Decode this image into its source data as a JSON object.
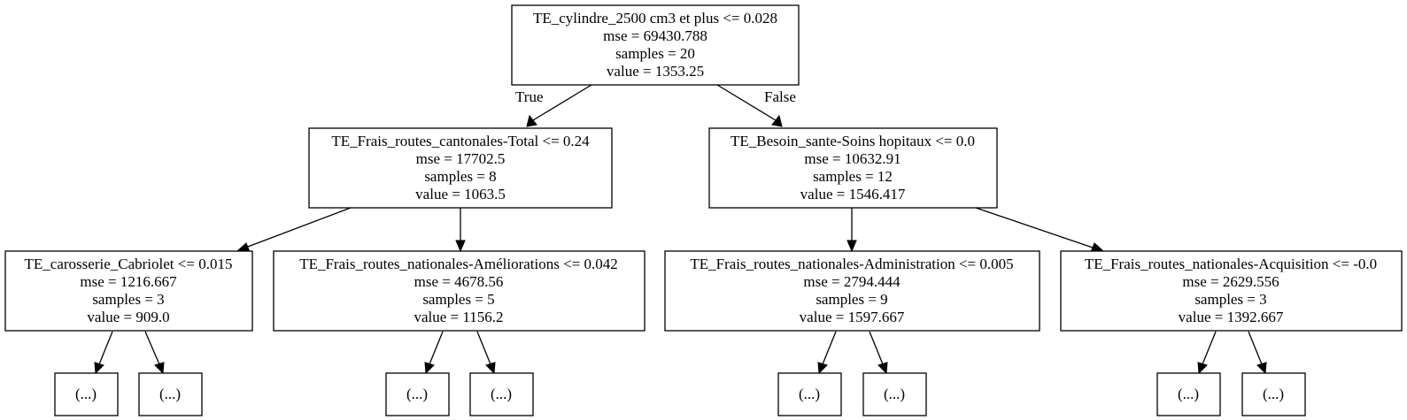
{
  "tree": {
    "root": {
      "lines": [
        "TE_cylindre_2500 cm3 et plus <= 0.028",
        "mse = 69430.788",
        "samples = 20",
        "value = 1353.25"
      ]
    },
    "edge_labels": {
      "true_label": "True",
      "false_label": "False"
    },
    "level1": [
      {
        "lines": [
          "TE_Frais_routes_cantonales-Total <= 0.24",
          "mse = 17702.5",
          "samples = 8",
          "value = 1063.5"
        ]
      },
      {
        "lines": [
          "TE_Besoin_sante-Soins hopitaux <= 0.0",
          "mse = 10632.91",
          "samples = 12",
          "value = 1546.417"
        ]
      }
    ],
    "level2": [
      {
        "lines": [
          "TE_carosserie_Cabriolet <= 0.015",
          "mse = 1216.667",
          "samples = 3",
          "value = 909.0"
        ]
      },
      {
        "lines": [
          "TE_Frais_routes_nationales-Améliorations <= 0.042",
          "mse = 4678.56",
          "samples = 5",
          "value = 1156.2"
        ]
      },
      {
        "lines": [
          "TE_Frais_routes_nationales-Administration <= 0.005",
          "mse = 2794.444",
          "samples = 9",
          "value = 1597.667"
        ]
      },
      {
        "lines": [
          "TE_Frais_routes_nationales-Acquisition <= -0.0",
          "mse = 2629.556",
          "samples = 3",
          "value = 1392.667"
        ]
      }
    ],
    "truncated_label": "(...)"
  }
}
